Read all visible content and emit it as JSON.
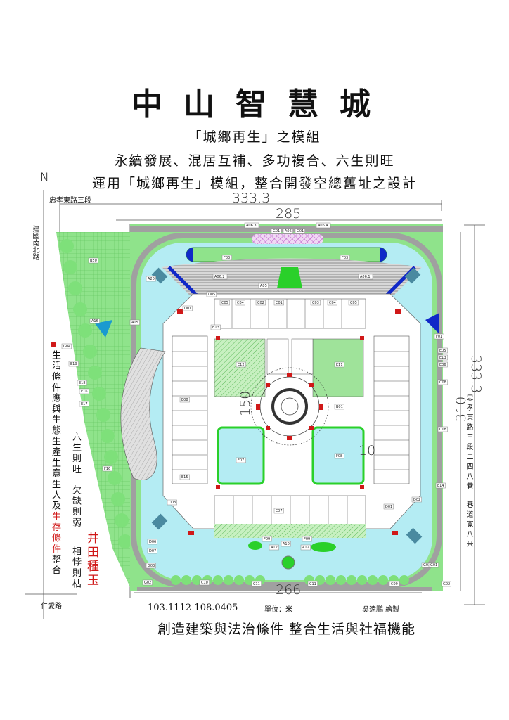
{
  "title": "中山智慧城",
  "subtitles": [
    "「城鄉再生」之模組",
    "永續發展、混居互補、多功複合、六生則旺",
    "運用「城鄉再生」模組，整合開發空總舊址之設計"
  ],
  "north": "N",
  "roads": {
    "top": "忠孝東路三段",
    "left": "建國南北路",
    "bottom": "仁愛路",
    "right": "忠孝東路三段二四八巷",
    "right_note": "巷道寬八米"
  },
  "dimensions": {
    "overall_width": "333.3",
    "inner_width": "285",
    "bottom_width": "266",
    "overall_height": "333.3",
    "inner_height": "310",
    "center_width": "150",
    "small": "10"
  },
  "left_notes": {
    "main_prefix": "生活條件應與生態生產生意生人及",
    "main_red": "生存條件",
    "main_suffix": "整合",
    "principles": [
      "六生則旺",
      "欠缺則弱",
      "相悖則枯"
    ],
    "motto": "井田種玉"
  },
  "footer": {
    "date": "103.1112-108.0405",
    "unit": "單位：米",
    "author": "吳遠鵬 繪製",
    "slogan": "創造建築與法治條件 整合生活與社福機能"
  },
  "plan_labels": [
    "A06.3",
    "G01",
    "A06",
    "G01",
    "A06.4",
    "A05",
    "F03",
    "F03",
    "C05",
    "C04",
    "C02",
    "C01",
    "C03",
    "C04",
    "C05",
    "B13",
    "E12",
    "E11",
    "B01",
    "F07",
    "F08",
    "E07",
    "D01",
    "D01",
    "F09",
    "F09",
    "A10",
    "A12",
    "A12",
    "C10",
    "C11",
    "C11",
    "C09",
    "G02",
    "G02",
    "G03",
    "G03",
    "B50",
    "A20",
    "D06",
    "D07",
    "F01",
    "E05",
    "E13",
    "E06",
    "C08",
    "C08",
    "E14",
    "D02",
    "E15",
    "E08",
    "E16",
    "E17",
    "E18",
    "E19",
    "G04",
    "A16",
    "A15",
    "F16",
    "D03",
    "A06.2",
    "A06.1",
    "G01",
    "D05"
  ],
  "colors": {
    "green": "#8fe38b",
    "water": "#b4ecf3",
    "road": "#a0a0a0",
    "red": "#d01818",
    "blue": "#1028c8"
  }
}
